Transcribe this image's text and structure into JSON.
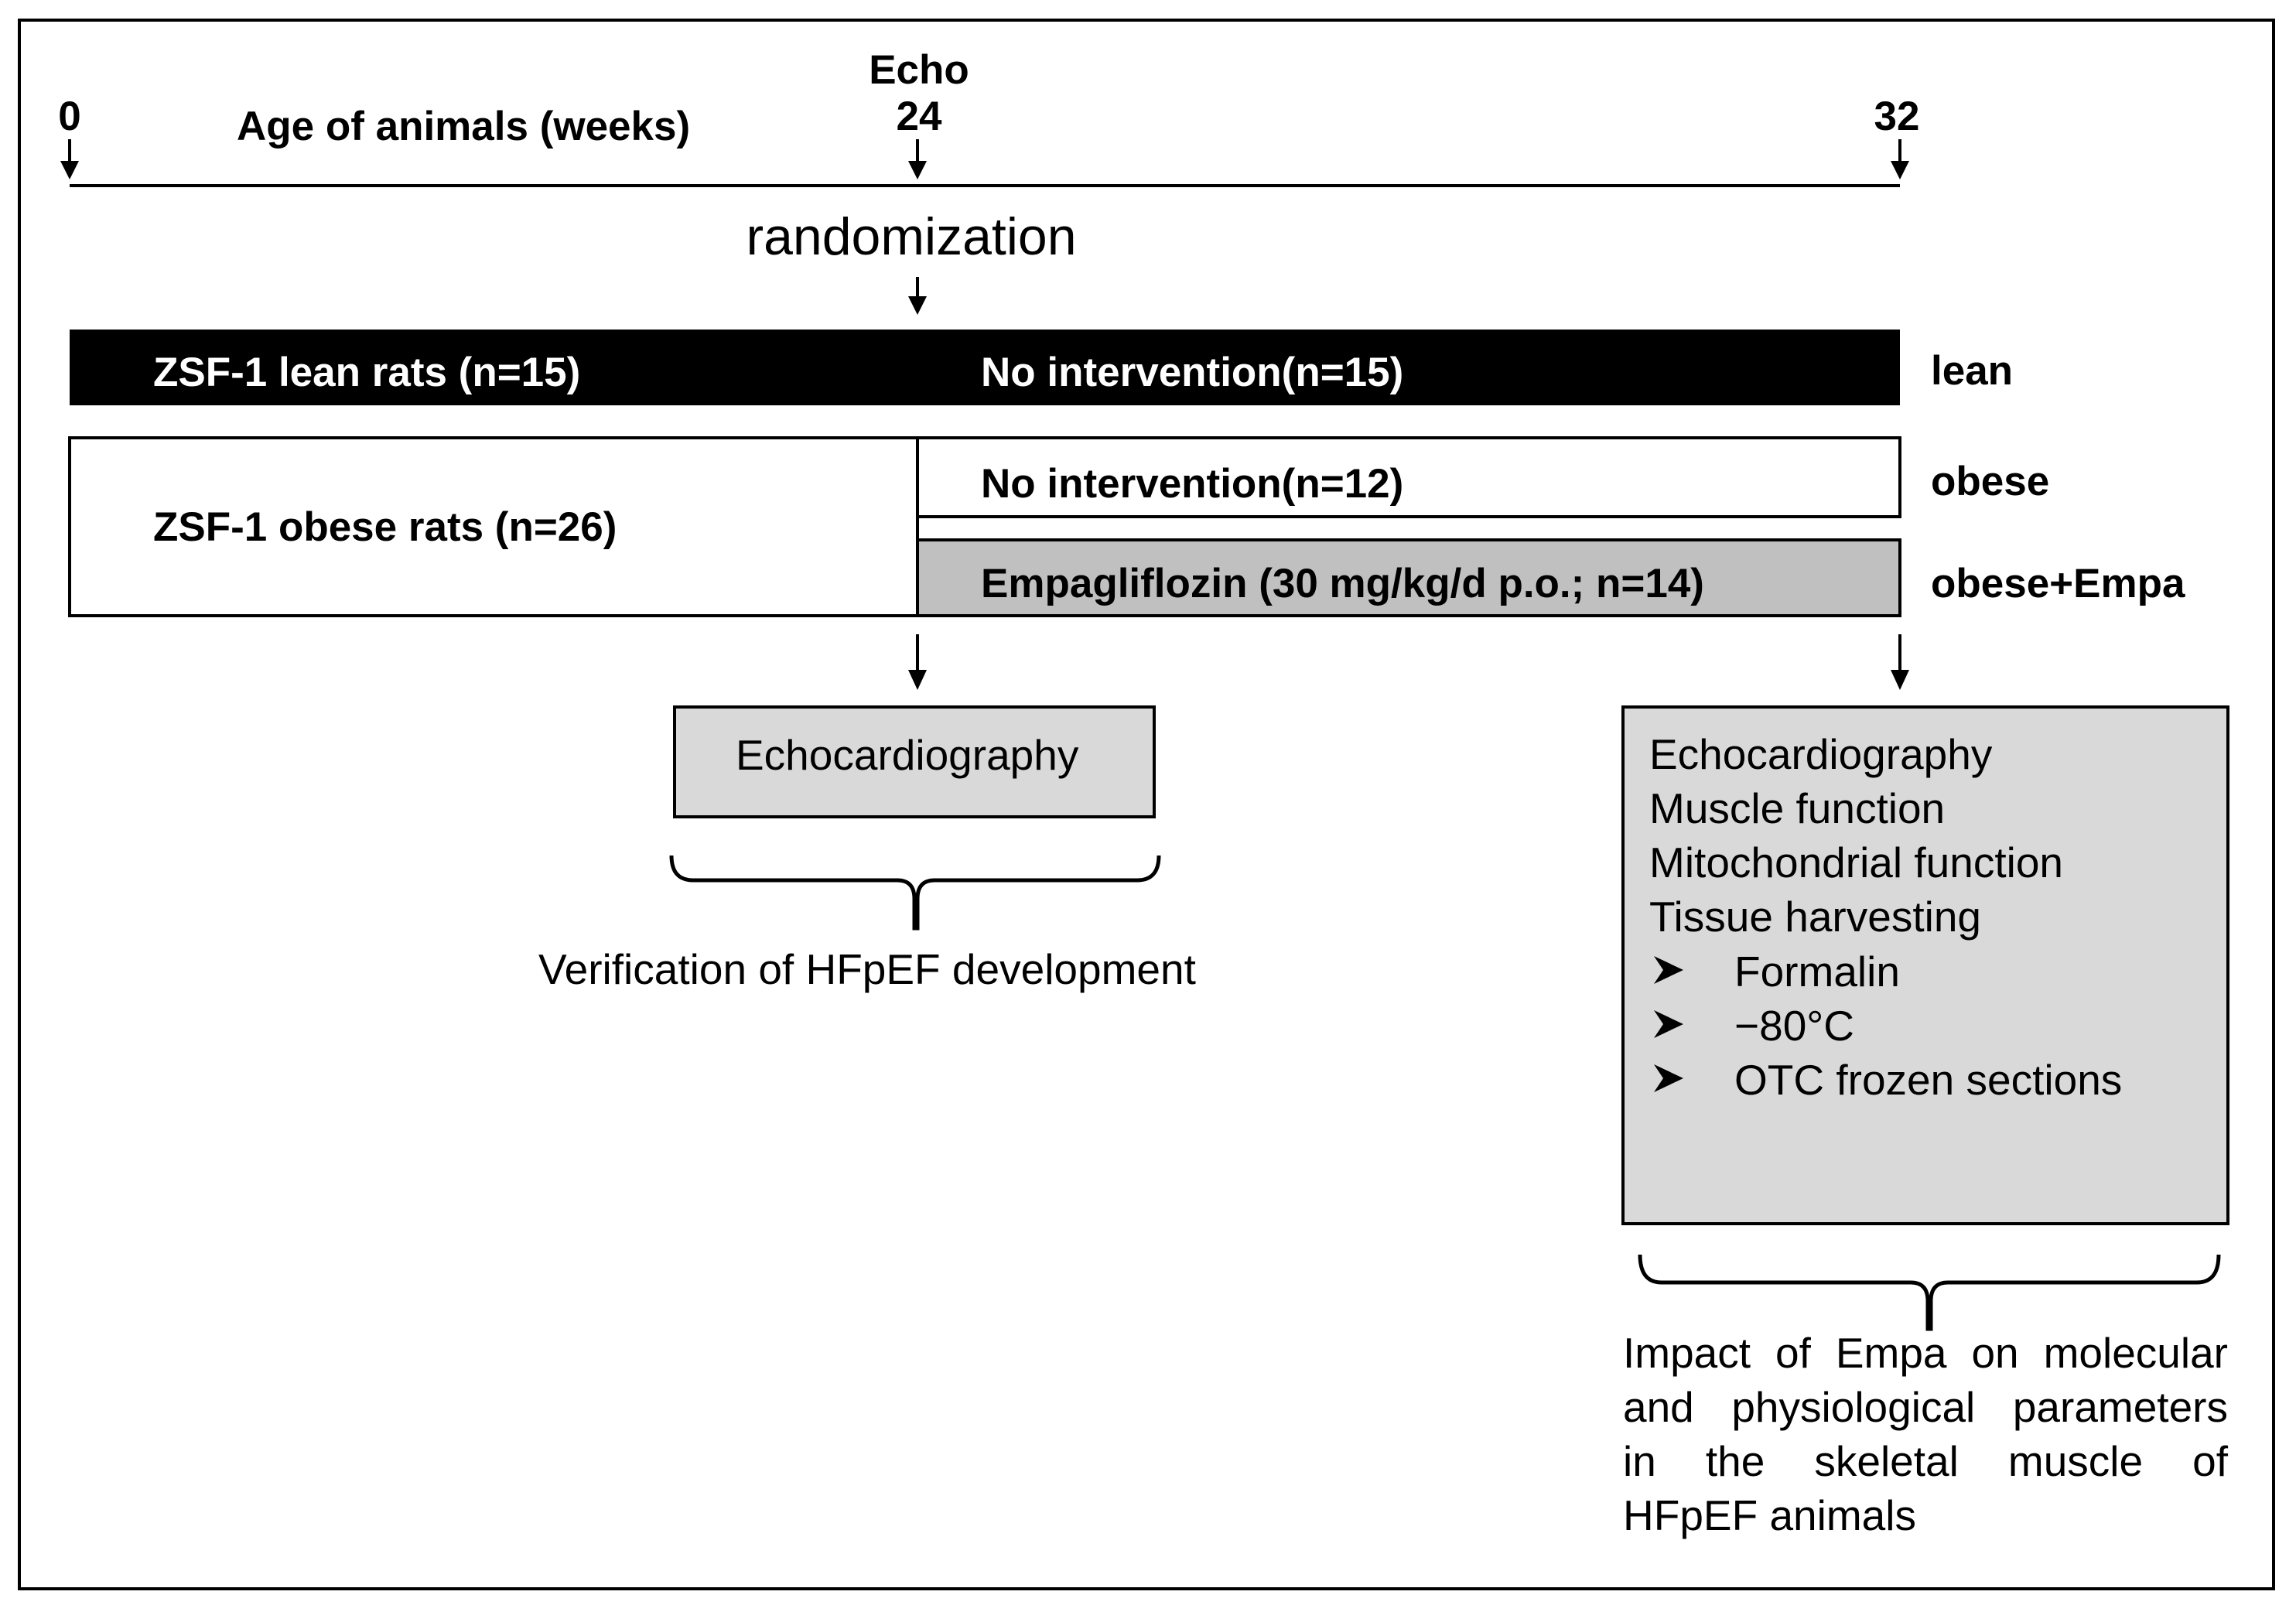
{
  "timeline": {
    "start": "0",
    "title": "Age of animals (weeks)",
    "echo_marker": "Echo",
    "mid": "24",
    "end": "32"
  },
  "randomization": "randomization",
  "groups": {
    "lean": {
      "pre_label": "ZSF-1 lean rats (n=15)",
      "post_label": "No intervention(n=15)",
      "side_label": "lean",
      "fill": "#000000"
    },
    "obese": {
      "pre_label": "ZSF-1 obese rats (n=26)",
      "post_label": "No intervention(n=12)",
      "side_label": "obese",
      "fill": "#ffffff"
    },
    "obese_empa": {
      "post_label": "Empagliflozin (30 mg/kg/d p.o.; n=14)",
      "side_label": "obese+Empa",
      "fill": "#c0c0c0"
    }
  },
  "mid_box": {
    "label": "Echocardiography",
    "fill": "#d9d9d9",
    "caption": "Verification of HFpEF development"
  },
  "end_box": {
    "fill": "#d9d9d9",
    "lines": [
      "Echocardiography",
      "Muscle function",
      "Mitochondrial function",
      "Tissue harvesting"
    ],
    "bullets": [
      "Formalin",
      "−80°C",
      "OTC frozen sections"
    ],
    "caption_lines": [
      "Impact of Empa on molecular",
      "and physiological parameters",
      "in the skeletal muscle of",
      "HFpEF animals"
    ]
  }
}
